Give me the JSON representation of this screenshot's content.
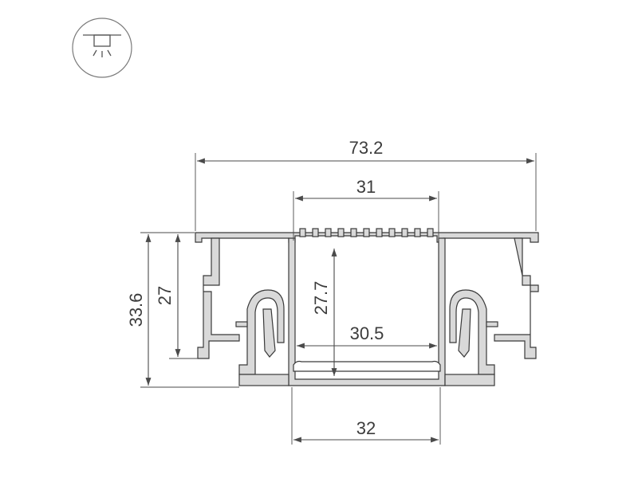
{
  "icon": {
    "name": "ceiling-light-icon"
  },
  "dimensions": {
    "overall_width": "73.2",
    "top_opening": "31",
    "total_height": "33.6",
    "side_height": "27",
    "inner_height": "27.7",
    "inner_width": "30.5",
    "bottom_width": "32"
  },
  "colors": {
    "line": "#4a4a4a",
    "profile_fill": "#d9d9d9",
    "text": "#3c3c3c"
  }
}
